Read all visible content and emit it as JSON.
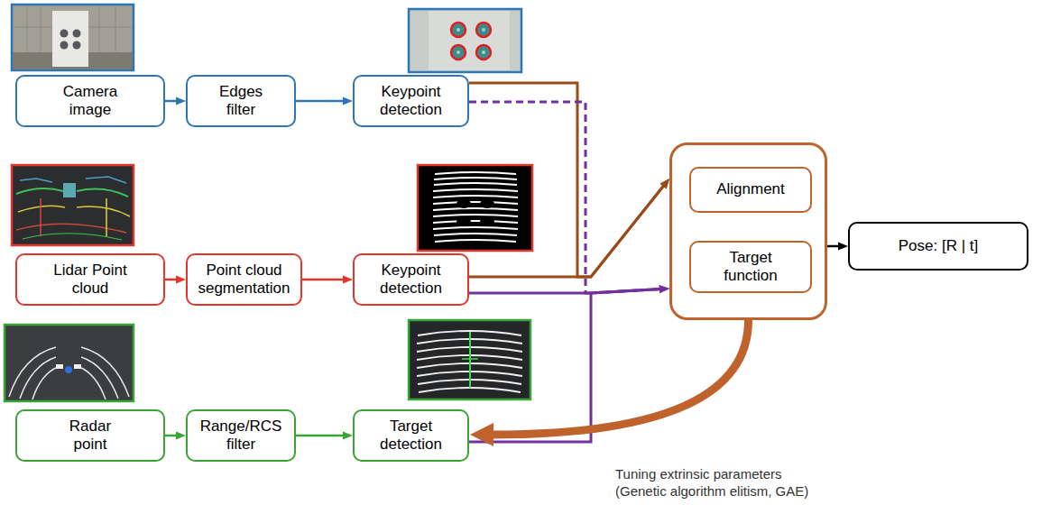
{
  "diagram": {
    "nodes": [
      {
        "text": [
          "Camera image"
        ]
      },
      {
        "text": [
          "Edges filter"
        ]
      },
      {
        "text": [
          "Keypoint detection"
        ]
      },
      {
        "text": [
          "Lidar Point cloud"
        ]
      },
      {
        "text": [
          "Point cloud segmentation"
        ]
      },
      {
        "text": [
          "Keypoint detection"
        ]
      },
      {
        "text": [
          "Radar point"
        ]
      },
      {
        "text": [
          "Range/RCS filter"
        ]
      },
      {
        "text": [
          "Target detection"
        ]
      },
      {
        "text": []
      },
      {
        "text": [
          "Alignment"
        ],
        "in": 9
      },
      {
        "text": [
          "Target function"
        ],
        "in": 9
      },
      {
        "text": [
          "Pose: [R | t]"
        ]
      }
    ],
    "edges": [
      {
        "from": 0,
        "to": 1,
        "arrow": "to"
      },
      {
        "from": 1,
        "to": 2,
        "arrow": "to"
      },
      {
        "from": 3,
        "to": 4,
        "arrow": "to"
      },
      {
        "from": 4,
        "to": 5,
        "arrow": "to"
      },
      {
        "from": 6,
        "to": 7,
        "arrow": "to"
      },
      {
        "from": 7,
        "to": 8,
        "arrow": "to"
      },
      {
        "from": 2,
        "to": 9,
        "arrow": "to"
      },
      {
        "from": 5,
        "to": 9,
        "arrow": "to"
      },
      {
        "from": 2,
        "to": 9,
        "arrow": "to"
      },
      {
        "from": 5,
        "to": 9,
        "arrow": "to"
      },
      {
        "from": 8,
        "to": 9,
        "arrow": "to"
      },
      {
        "from": 9,
        "to": 12,
        "arrow": "to"
      },
      {
        "from": 9,
        "to": 8,
        "label": "Tuning extrinsic parameters (Genetic algorithm elitism, GAE)",
        "arrow": "to"
      }
    ]
  }
}
